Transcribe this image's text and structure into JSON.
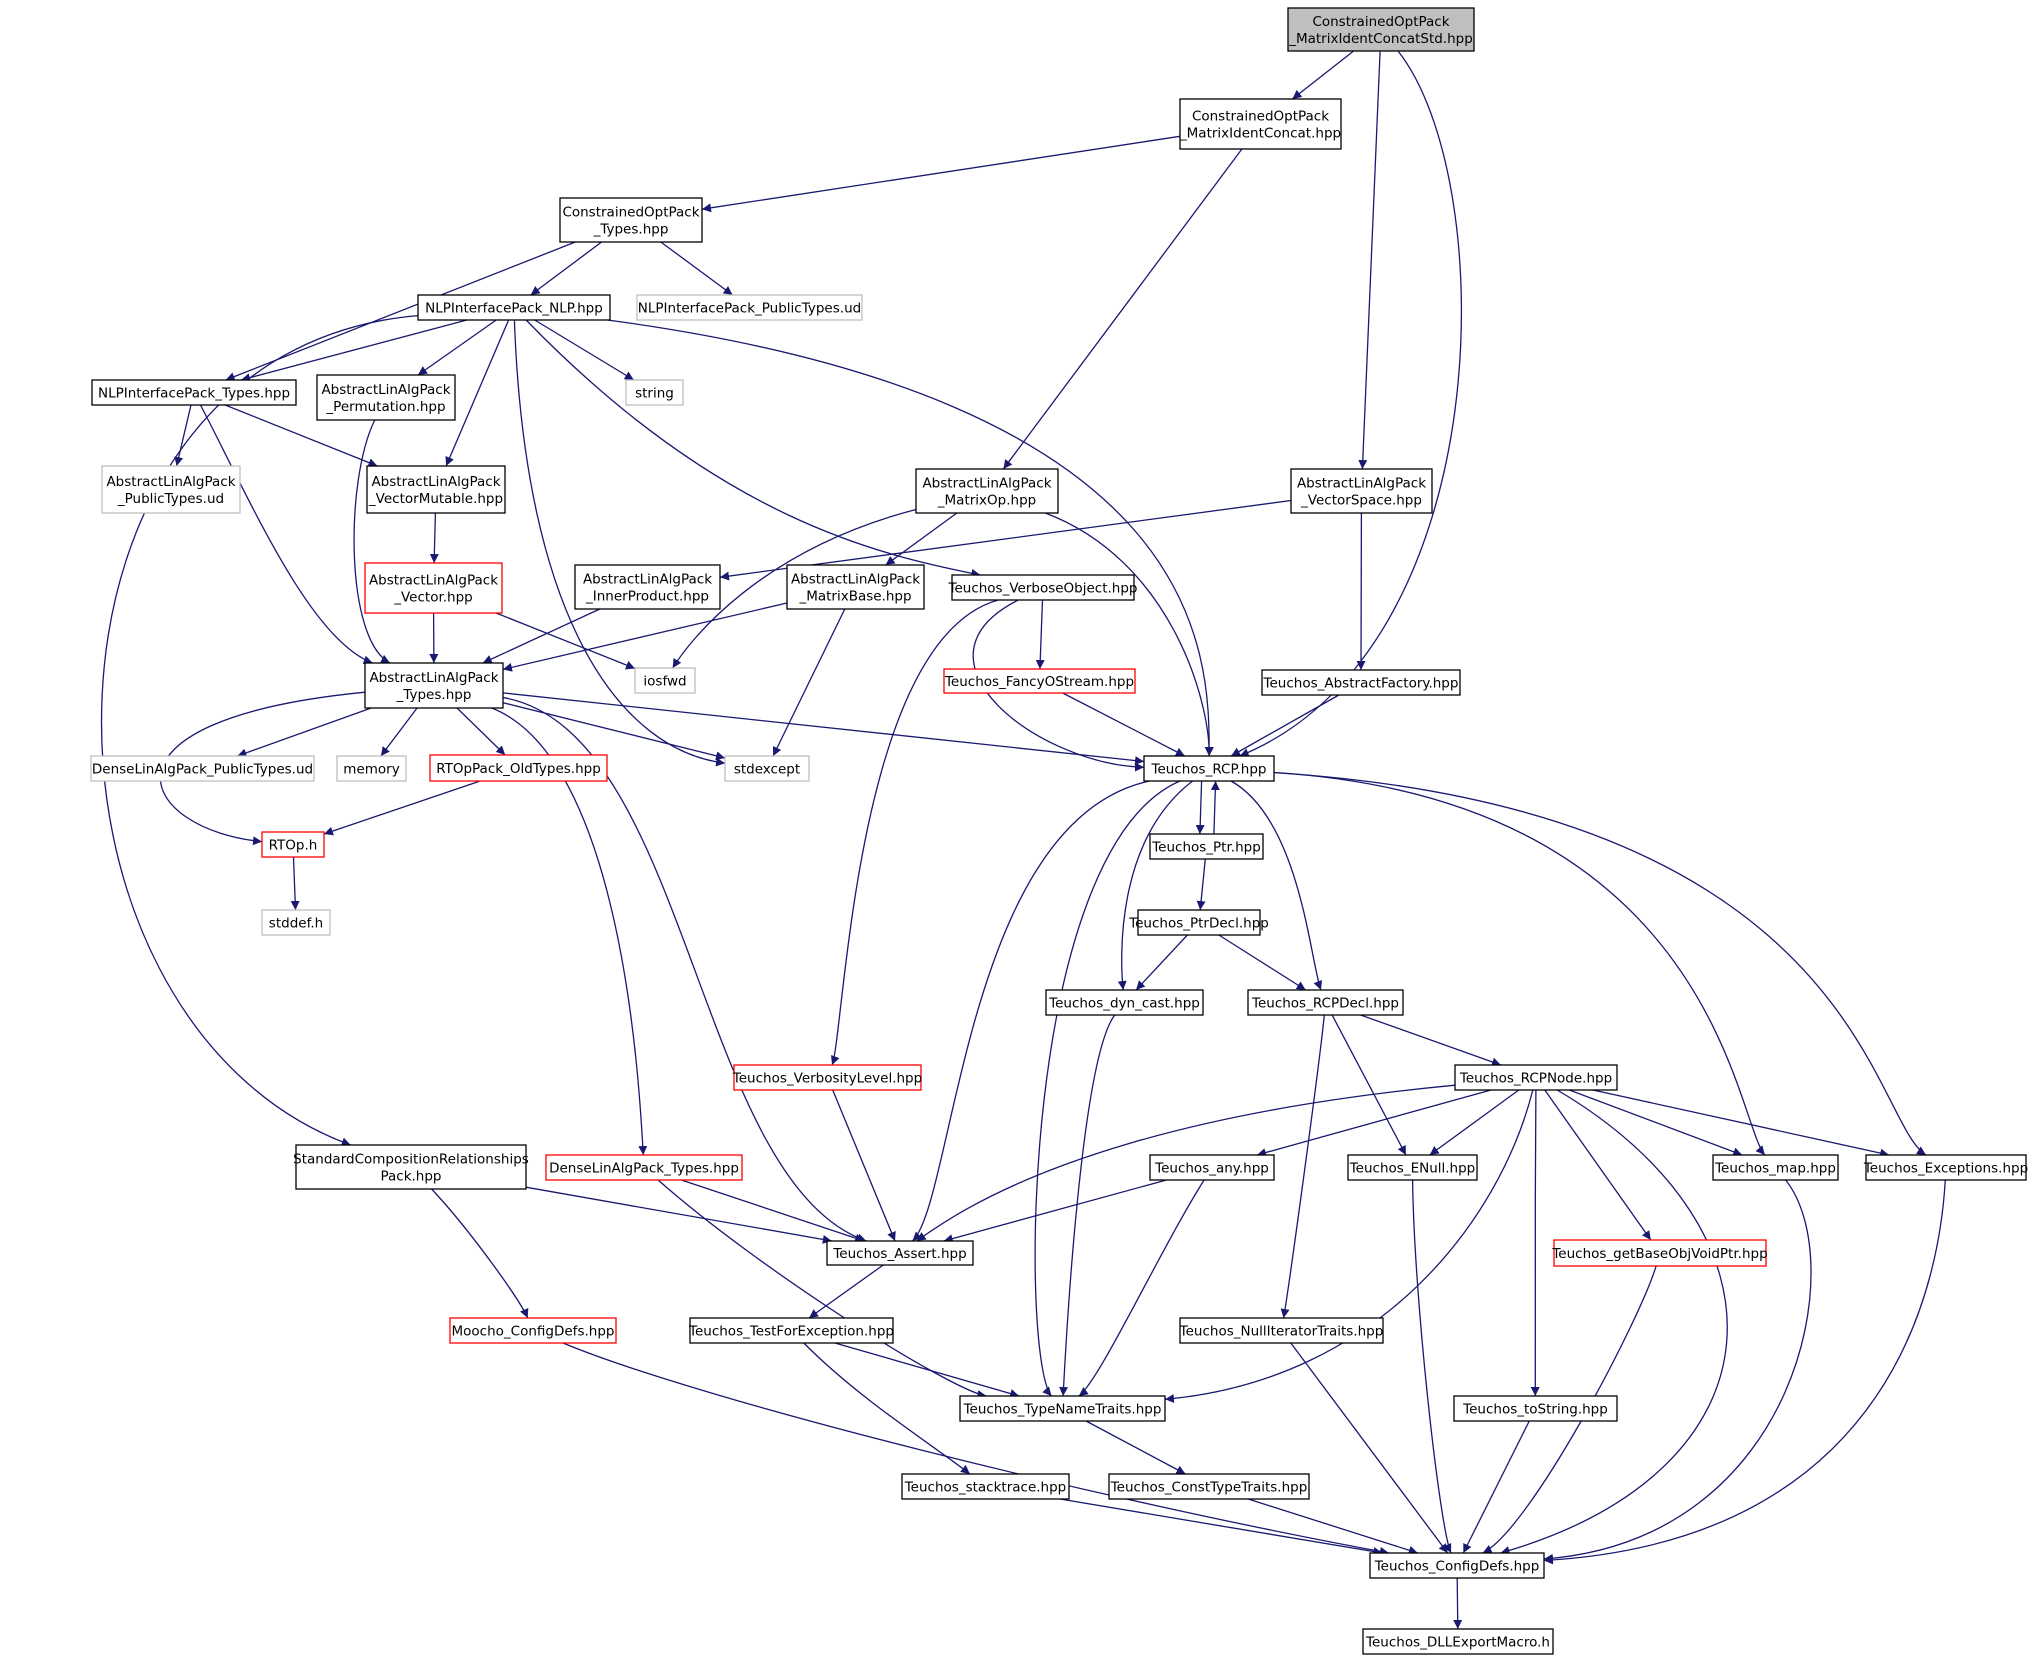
{
  "diagram": {
    "colors": {
      "background": "#ffffff",
      "edge": "#191970",
      "border_normal": "#000000",
      "border_red": "#ff0000",
      "border_gray": "#bfbfbf",
      "root_fill": "#bfbfbf",
      "node_fill": "#ffffff"
    },
    "nodes": [
      {
        "id": "root",
        "lines": [
          "ConstrainedOptPack",
          "_MatrixIdentConcatStd.hpp"
        ],
        "style": "root"
      },
      {
        "id": "mic",
        "lines": [
          "ConstrainedOptPack",
          "_MatrixIdentConcat.hpp"
        ],
        "style": "normal"
      },
      {
        "id": "copt",
        "lines": [
          "ConstrainedOptPack",
          "_Types.hpp"
        ],
        "style": "normal"
      },
      {
        "id": "nlp",
        "lines": [
          "NLPInterfacePack_NLP.hpp"
        ],
        "style": "normal"
      },
      {
        "id": "nlppub",
        "lines": [
          "NLPInterfacePack_PublicTypes.ud"
        ],
        "style": "gray"
      },
      {
        "id": "nlptypes",
        "lines": [
          "NLPInterfacePack_Types.hpp"
        ],
        "style": "normal"
      },
      {
        "id": "perm",
        "lines": [
          "AbstractLinAlgPack",
          "_Permutation.hpp"
        ],
        "style": "normal"
      },
      {
        "id": "string",
        "lines": [
          "string"
        ],
        "style": "gray"
      },
      {
        "id": "alapub",
        "lines": [
          "AbstractLinAlgPack",
          "_PublicTypes.ud"
        ],
        "style": "gray"
      },
      {
        "id": "vecmut",
        "lines": [
          "AbstractLinAlgPack",
          "_VectorMutable.hpp"
        ],
        "style": "normal"
      },
      {
        "id": "matop",
        "lines": [
          "AbstractLinAlgPack",
          "_MatrixOp.hpp"
        ],
        "style": "normal"
      },
      {
        "id": "vspace",
        "lines": [
          "AbstractLinAlgPack",
          "_VectorSpace.hpp"
        ],
        "style": "normal"
      },
      {
        "id": "vec",
        "lines": [
          "AbstractLinAlgPack",
          "_Vector.hpp"
        ],
        "style": "red"
      },
      {
        "id": "inner",
        "lines": [
          "AbstractLinAlgPack",
          "_InnerProduct.hpp"
        ],
        "style": "normal"
      },
      {
        "id": "matbase",
        "lines": [
          "AbstractLinAlgPack",
          "_MatrixBase.hpp"
        ],
        "style": "normal"
      },
      {
        "id": "verbose",
        "lines": [
          "Teuchos_VerboseObject.hpp"
        ],
        "style": "normal"
      },
      {
        "id": "alatypes",
        "lines": [
          "AbstractLinAlgPack",
          "_Types.hpp"
        ],
        "style": "normal"
      },
      {
        "id": "iosfwd",
        "lines": [
          "iosfwd"
        ],
        "style": "gray"
      },
      {
        "id": "fancy",
        "lines": [
          "Teuchos_FancyOStream.hpp"
        ],
        "style": "red"
      },
      {
        "id": "absfact",
        "lines": [
          "Teuchos_AbstractFactory.hpp"
        ],
        "style": "normal"
      },
      {
        "id": "dlpub",
        "lines": [
          "DenseLinAlgPack_PublicTypes.ud"
        ],
        "style": "gray"
      },
      {
        "id": "memory",
        "lines": [
          "memory"
        ],
        "style": "gray"
      },
      {
        "id": "rtopold",
        "lines": [
          "RTOpPack_OldTypes.hpp"
        ],
        "style": "red"
      },
      {
        "id": "stdexcept",
        "lines": [
          "stdexcept"
        ],
        "style": "gray"
      },
      {
        "id": "rcp",
        "lines": [
          "Teuchos_RCP.hpp"
        ],
        "style": "normal"
      },
      {
        "id": "rtoph",
        "lines": [
          "RTOp.h"
        ],
        "style": "red"
      },
      {
        "id": "ptr",
        "lines": [
          "Teuchos_Ptr.hpp"
        ],
        "style": "normal"
      },
      {
        "id": "stddef",
        "lines": [
          "stddef.h"
        ],
        "style": "gray"
      },
      {
        "id": "ptrdecl",
        "lines": [
          "Teuchos_PtrDecl.hpp"
        ],
        "style": "normal"
      },
      {
        "id": "dyncast",
        "lines": [
          "Teuchos_dyn_cast.hpp"
        ],
        "style": "normal"
      },
      {
        "id": "rcpdecl",
        "lines": [
          "Teuchos_RCPDecl.hpp"
        ],
        "style": "normal"
      },
      {
        "id": "verbosity",
        "lines": [
          "Teuchos_VerbosityLevel.hpp"
        ],
        "style": "red"
      },
      {
        "id": "rcpnode",
        "lines": [
          "Teuchos_RCPNode.hpp"
        ],
        "style": "normal"
      },
      {
        "id": "scr",
        "lines": [
          "StandardCompositionRelationships",
          "Pack.hpp"
        ],
        "style": "normal"
      },
      {
        "id": "dltypes",
        "lines": [
          "DenseLinAlgPack_Types.hpp"
        ],
        "style": "red"
      },
      {
        "id": "any",
        "lines": [
          "Teuchos_any.hpp"
        ],
        "style": "normal"
      },
      {
        "id": "enull",
        "lines": [
          "Teuchos_ENull.hpp"
        ],
        "style": "normal"
      },
      {
        "id": "map",
        "lines": [
          "Teuchos_map.hpp"
        ],
        "style": "normal"
      },
      {
        "id": "exceptions",
        "lines": [
          "Teuchos_Exceptions.hpp"
        ],
        "style": "normal"
      },
      {
        "id": "assert",
        "lines": [
          "Teuchos_Assert.hpp"
        ],
        "style": "normal"
      },
      {
        "id": "getbase",
        "lines": [
          "Teuchos_getBaseObjVoidPtr.hpp"
        ],
        "style": "red"
      },
      {
        "id": "moocho",
        "lines": [
          "Moocho_ConfigDefs.hpp"
        ],
        "style": "red"
      },
      {
        "id": "testfor",
        "lines": [
          "Teuchos_TestForException.hpp"
        ],
        "style": "normal"
      },
      {
        "id": "nulliter",
        "lines": [
          "Teuchos_NullIteratorTraits.hpp"
        ],
        "style": "normal"
      },
      {
        "id": "typename",
        "lines": [
          "Teuchos_TypeNameTraits.hpp"
        ],
        "style": "normal"
      },
      {
        "id": "tostring",
        "lines": [
          "Teuchos_toString.hpp"
        ],
        "style": "normal"
      },
      {
        "id": "stacktrace",
        "lines": [
          "Teuchos_stacktrace.hpp"
        ],
        "style": "normal"
      },
      {
        "id": "consttype",
        "lines": [
          "Teuchos_ConstTypeTraits.hpp"
        ],
        "style": "normal"
      },
      {
        "id": "configdefs",
        "lines": [
          "Teuchos_ConfigDefs.hpp"
        ],
        "style": "normal"
      },
      {
        "id": "dllexport",
        "lines": [
          "Teuchos_DLLExportMacro.h"
        ],
        "style": "normal"
      }
    ],
    "edges": [
      [
        "root",
        "mic"
      ],
      [
        "root",
        "vspace"
      ],
      [
        "root",
        "rcp"
      ],
      [
        "mic",
        "copt"
      ],
      [
        "mic",
        "matop"
      ],
      [
        "copt",
        "nlptypes"
      ],
      [
        "copt",
        "nlp"
      ],
      [
        "copt",
        "nlppub"
      ],
      [
        "nlp",
        "nlptypes"
      ],
      [
        "nlp",
        "scr"
      ],
      [
        "nlp",
        "perm"
      ],
      [
        "nlp",
        "string"
      ],
      [
        "nlp",
        "vecmut"
      ],
      [
        "nlp",
        "stdexcept"
      ],
      [
        "nlp",
        "verbose"
      ],
      [
        "nlp",
        "rcp"
      ],
      [
        "nlptypes",
        "alapub"
      ],
      [
        "nlptypes",
        "vecmut"
      ],
      [
        "nlptypes",
        "alatypes"
      ],
      [
        "perm",
        "alatypes"
      ],
      [
        "vecmut",
        "vec"
      ],
      [
        "vec",
        "alatypes"
      ],
      [
        "vec",
        "iosfwd"
      ],
      [
        "matop",
        "iosfwd"
      ],
      [
        "matop",
        "matbase"
      ],
      [
        "matop",
        "rcp"
      ],
      [
        "vspace",
        "inner"
      ],
      [
        "vspace",
        "absfact"
      ],
      [
        "inner",
        "alatypes"
      ],
      [
        "matbase",
        "alatypes"
      ],
      [
        "matbase",
        "stdexcept"
      ],
      [
        "verbose",
        "fancy"
      ],
      [
        "verbose",
        "rcp"
      ],
      [
        "verbose",
        "verbosity"
      ],
      [
        "fancy",
        "rcp"
      ],
      [
        "absfact",
        "rcp"
      ],
      [
        "alatypes",
        "dlpub"
      ],
      [
        "alatypes",
        "memory"
      ],
      [
        "alatypes",
        "rtopold"
      ],
      [
        "alatypes",
        "stdexcept"
      ],
      [
        "alatypes",
        "rcp"
      ],
      [
        "alatypes",
        "rtoph"
      ],
      [
        "alatypes",
        "dltypes"
      ],
      [
        "alatypes",
        "assert"
      ],
      [
        "rtopold",
        "rtoph"
      ],
      [
        "rtoph",
        "stddef"
      ],
      [
        "rcp",
        "ptr"
      ],
      [
        "ptr",
        "rcp"
      ],
      [
        "rcp",
        "dyncast"
      ],
      [
        "rcp",
        "rcpdecl"
      ],
      [
        "rcp",
        "assert"
      ],
      [
        "rcp",
        "typename"
      ],
      [
        "rcp",
        "map"
      ],
      [
        "rcp",
        "exceptions"
      ],
      [
        "ptr",
        "ptrdecl"
      ],
      [
        "ptrdecl",
        "dyncast"
      ],
      [
        "ptrdecl",
        "rcpdecl"
      ],
      [
        "dyncast",
        "typename"
      ],
      [
        "rcpdecl",
        "rcpnode"
      ],
      [
        "rcpdecl",
        "enull"
      ],
      [
        "rcpdecl",
        "nulliter"
      ],
      [
        "rcpnode",
        "assert"
      ],
      [
        "rcpnode",
        "any"
      ],
      [
        "rcpnode",
        "enull"
      ],
      [
        "rcpnode",
        "map"
      ],
      [
        "rcpnode",
        "exceptions"
      ],
      [
        "rcpnode",
        "getbase"
      ],
      [
        "rcpnode",
        "typename"
      ],
      [
        "rcpnode",
        "tostring"
      ],
      [
        "rcpnode",
        "configdefs"
      ],
      [
        "verbosity",
        "assert"
      ],
      [
        "scr",
        "assert"
      ],
      [
        "scr",
        "moocho"
      ],
      [
        "dltypes",
        "assert"
      ],
      [
        "dltypes",
        "typename"
      ],
      [
        "any",
        "assert"
      ],
      [
        "any",
        "typename"
      ],
      [
        "enull",
        "configdefs"
      ],
      [
        "map",
        "configdefs"
      ],
      [
        "exceptions",
        "configdefs"
      ],
      [
        "assert",
        "testfor"
      ],
      [
        "getbase",
        "configdefs"
      ],
      [
        "moocho",
        "configdefs"
      ],
      [
        "testfor",
        "typename"
      ],
      [
        "testfor",
        "stacktrace"
      ],
      [
        "nulliter",
        "configdefs"
      ],
      [
        "typename",
        "consttype"
      ],
      [
        "tostring",
        "configdefs"
      ],
      [
        "stacktrace",
        "configdefs"
      ],
      [
        "consttype",
        "configdefs"
      ],
      [
        "configdefs",
        "dllexport"
      ]
    ]
  }
}
